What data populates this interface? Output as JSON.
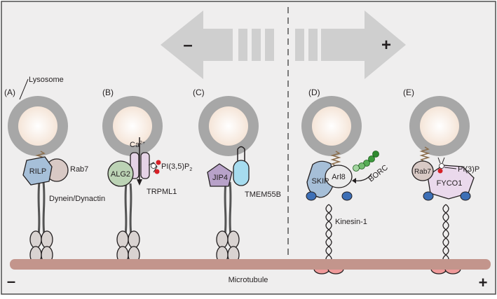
{
  "panels": {
    "a": {
      "letter": "(A)",
      "organelle": "Lysosome",
      "adaptor": "RILP",
      "gtpase": "Rab7",
      "motor": "Dynein/Dynactin"
    },
    "b": {
      "letter": "(B)",
      "adaptor": "ALG2",
      "ion": "Ca",
      "ion_charge": "2+",
      "lipid_prefix": "PI(3,5)P",
      "lipid_sub": "2",
      "channel": "TRPML1"
    },
    "c": {
      "letter": "(C)",
      "adaptor": "JIP4",
      "channel": "TMEM55B"
    },
    "d": {
      "letter": "(D)",
      "adaptor": "SKIP",
      "gtpase": "Arl8",
      "complex": "BORC",
      "motor": "Kinesin-1"
    },
    "e": {
      "letter": "(E)",
      "gtpase": "Rab7",
      "adaptor": "FYCO1",
      "lipid": "PI(3)P"
    }
  },
  "arrows": {
    "minus": "–",
    "plus": "+"
  },
  "track": {
    "label": "Microtubule",
    "minus_end": "–",
    "plus_end": "+"
  },
  "colors": {
    "panel_bg": "#efeeee",
    "lysosome_ring": "#a7a7a7",
    "lysosome_lumen": "#f9efe6",
    "microtubule": "#c3958c",
    "rilp": "#a6bfd8",
    "rab7": "#d8c9c5",
    "alg2": "#bcd3b5",
    "trpml1": "#e5d3e6",
    "jip4": "#b8a2c9",
    "tmem55b": "#a6dcef",
    "skip": "#a6bfd8",
    "borc": "#4fa44b",
    "fyco1": "#ead9ec",
    "kinesin_head": "#ef9a9a",
    "kinesin_light_chain": "#3d6fb6",
    "dynein_head": "#d9d3d1"
  }
}
